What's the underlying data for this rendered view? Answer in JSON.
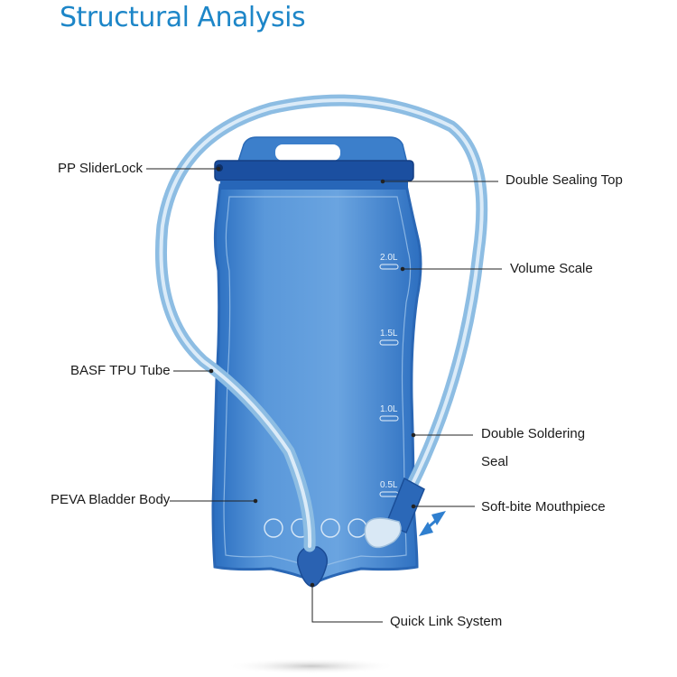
{
  "title": "Structural Analysis",
  "labels": {
    "slider_lock": "PP SliderLock",
    "sealing_top": "Double Sealing Top",
    "volume_scale": "Volume Scale",
    "tube": "BASF TPU Tube",
    "soldering_seal_line1": "Double Soldering",
    "soldering_seal_line2": "Seal",
    "bladder_body": "PEVA Bladder Body",
    "mouthpiece": "Soft-bite Mouthpiece",
    "quick_link": "Quick Link System"
  },
  "volume_marks": [
    "2.0L",
    "1.5L",
    "1.0L",
    "0.5L"
  ],
  "colors": {
    "title": "#1d86c8",
    "bladder": "#3e82cc",
    "bladder_dark": "#1f5fb0",
    "leader_line": "#222222"
  }
}
